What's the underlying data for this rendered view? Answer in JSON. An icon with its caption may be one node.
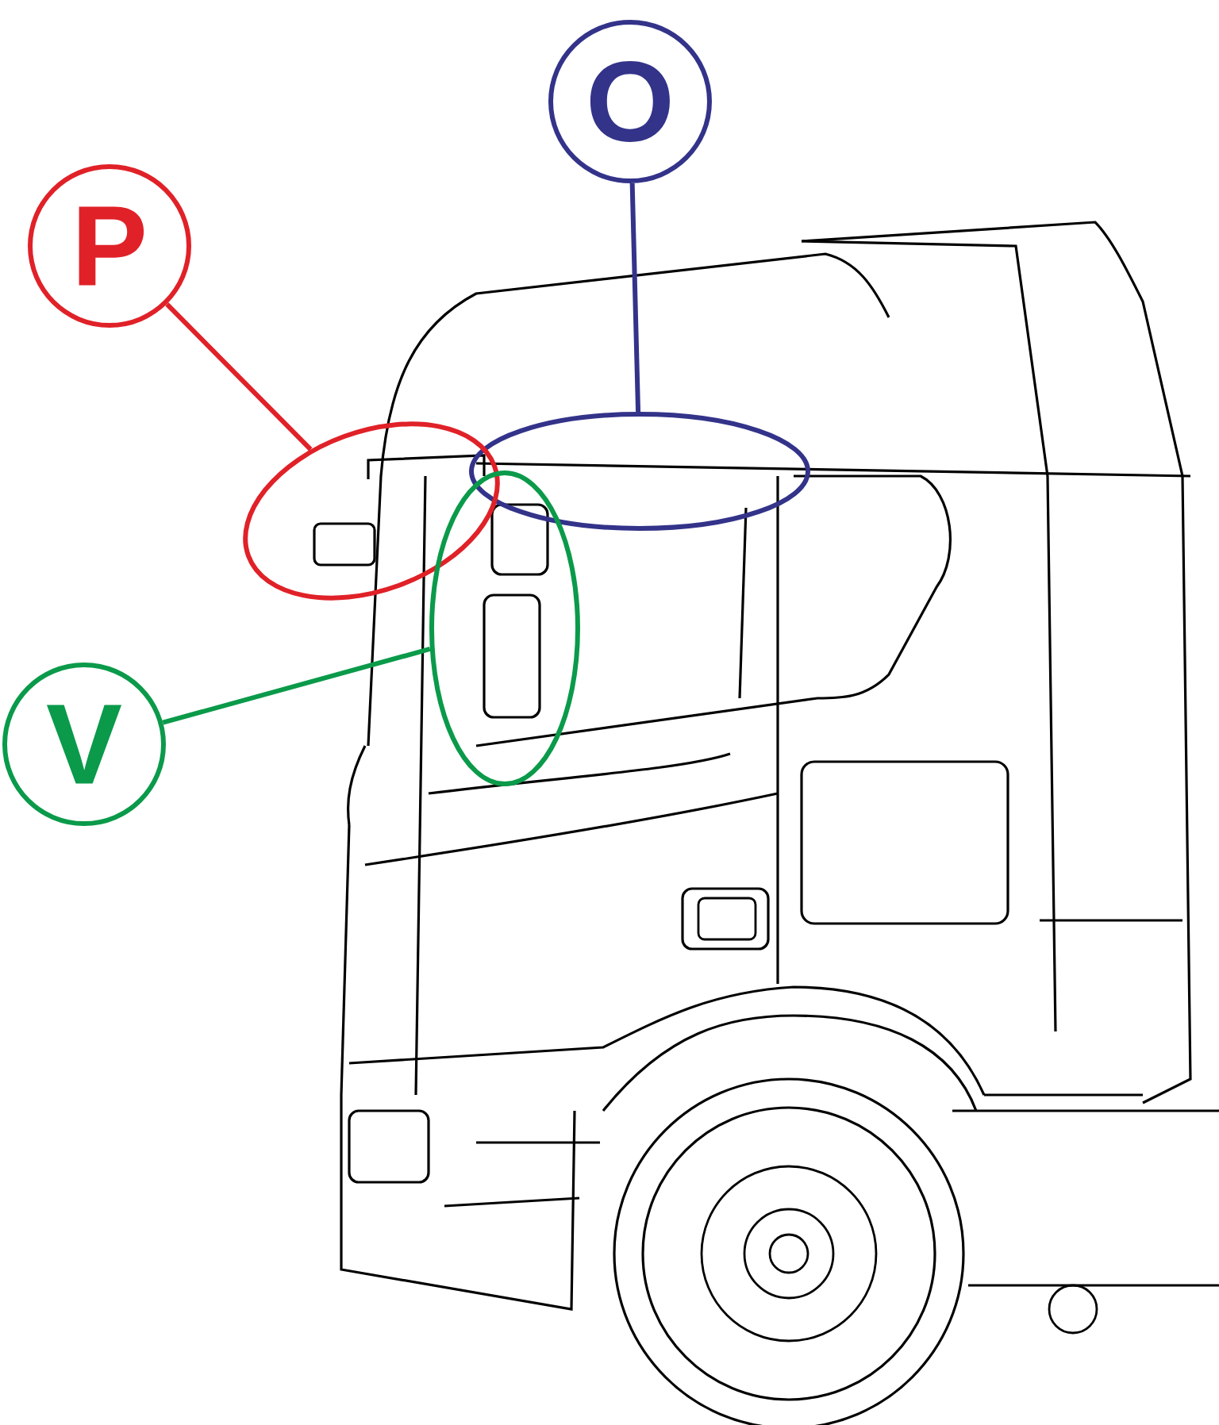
{
  "diagram": {
    "nodes": [
      {
        "text": [
          "O"
        ]
      },
      {
        "text": [
          "P"
        ]
      },
      {
        "text": [
          "V"
        ]
      },
      {
        "text": [],
        "shape": "ellipse"
      },
      {
        "text": [],
        "shape": "ellipse"
      },
      {
        "text": [],
        "shape": "ellipse"
      }
    ],
    "edges": [
      {
        "from": 0,
        "to": 3,
        "arrow": "none",
        "color": "#33338a"
      },
      {
        "from": 1,
        "to": 4,
        "arrow": "none",
        "color": "#e02128"
      },
      {
        "from": 2,
        "to": 5,
        "arrow": "none",
        "color": "#0a9a4a"
      }
    ]
  }
}
